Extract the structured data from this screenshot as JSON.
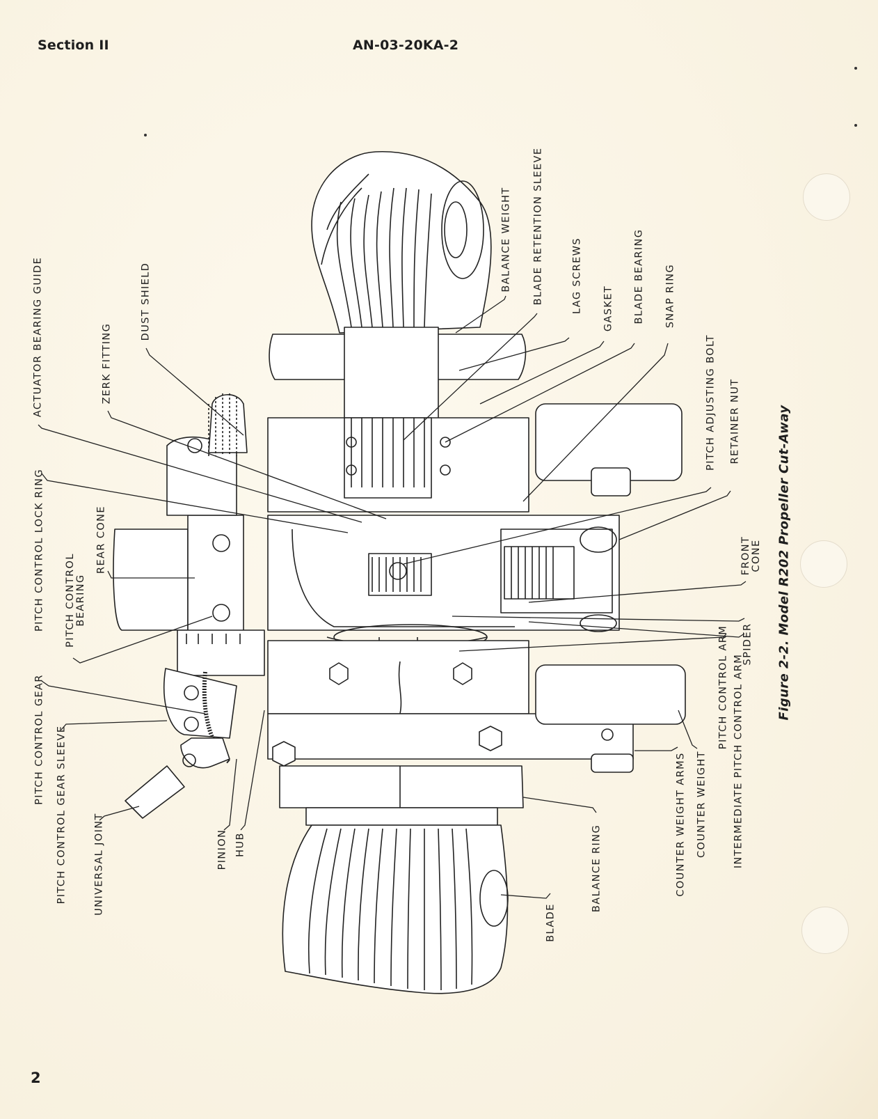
{
  "header": {
    "section": "Section II",
    "doc_number": "AN-03-20KA-2"
  },
  "footer": {
    "page_number": "2"
  },
  "figure": {
    "caption": "Figure 2-2. Model R202 Propeller Cut-Away",
    "callouts": {
      "actuator_bearing_guide": "ACTUATOR BEARING GUIDE",
      "dust_shield": "DUST SHIELD",
      "zerk_fitting": "ZERK FITTING",
      "pitch_control_lock_ring": "PITCH CONTROL LOCK RING",
      "rear_cone": "REAR CONE",
      "pitch_control_bearing": "PITCH CONTROL\nBEARING",
      "pitch_control_gear": "PITCH CONTROL GEAR",
      "pitch_control_gear_sleeve": "PITCH CONTROL GEAR SLEEVE",
      "universal_joint": "UNIVERSAL JOINT",
      "pinion": "PINION",
      "hub": "HUB",
      "balance_weight": "BALANCE WEIGHT",
      "blade_retention_sleeve": "BLADE RETENTION SLEEVE",
      "lag_screws": "LAG SCREWS",
      "gasket": "GASKET",
      "blade_bearing": "BLADE BEARING",
      "snap_ring": "SNAP RING",
      "pitch_adjusting_bolt": "PITCH ADJUSTING BOLT",
      "retainer_nut": "RETAINER NUT",
      "front_cone": "FRONT\nCONE",
      "spider": "SPIDER",
      "pitch_control_arm": "PITCH CONTROL ARM",
      "intermediate_pitch_control_arm": "INTERMEDIATE PITCH CONTROL ARM",
      "counter_weight": "COUNTER WEIGHT",
      "counter_weight_arms": "COUNTER WEIGHT ARMS",
      "balance_ring": "BALANCE RING",
      "blade": "BLADE"
    }
  }
}
